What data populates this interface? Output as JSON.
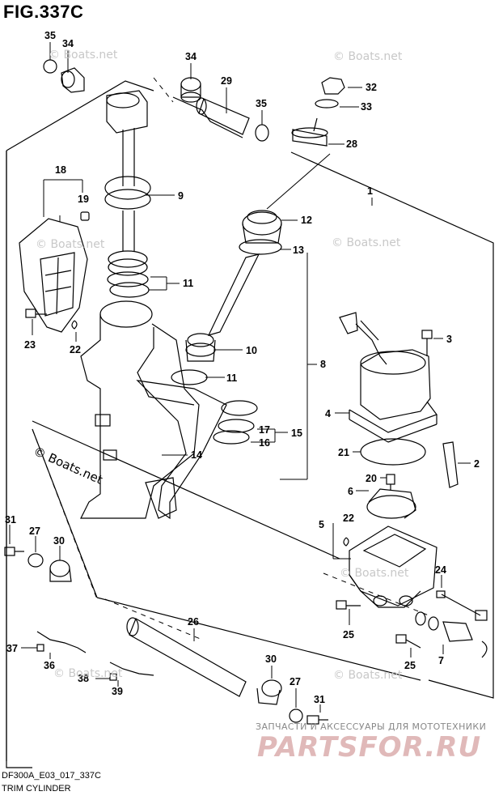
{
  "figure": {
    "title": "FIG.337C",
    "code": "DF300A_E03_017_337C",
    "section": "TRIM CYLINDER"
  },
  "watermarks": {
    "light": "© Boats.net",
    "dark": "© Boats.net"
  },
  "brand": {
    "tagline": "ЗАПЧАСТИ И АКСЕССУАРЫ ДЛЯ МОТОТЕХНИКИ",
    "logo": "PARTSFOR.RU"
  },
  "callouts": {
    "c1": "1",
    "c2": "2",
    "c3": "3",
    "c4": "4",
    "c5": "5",
    "c6": "6",
    "c7": "7",
    "c8": "8",
    "c9": "9",
    "c10": "10",
    "c11a": "11",
    "c11b": "11",
    "c12": "12",
    "c13": "13",
    "c14": "14",
    "c15": "15",
    "c16": "16",
    "c17": "17",
    "c18": "18",
    "c19": "19",
    "c20": "20",
    "c21": "21",
    "c22a": "22",
    "c22b": "22",
    "c23": "23",
    "c24": "24",
    "c25a": "25",
    "c25b": "25",
    "c26": "26",
    "c27a": "27",
    "c27b": "27",
    "c28": "28",
    "c29": "29",
    "c30a": "30",
    "c30b": "30",
    "c31a": "31",
    "c31b": "31",
    "c32": "32",
    "c33": "33",
    "c34a": "34",
    "c34b": "34",
    "c35a": "35",
    "c35b": "35",
    "c36": "36",
    "c37": "37",
    "c38": "38",
    "c39": "39"
  }
}
